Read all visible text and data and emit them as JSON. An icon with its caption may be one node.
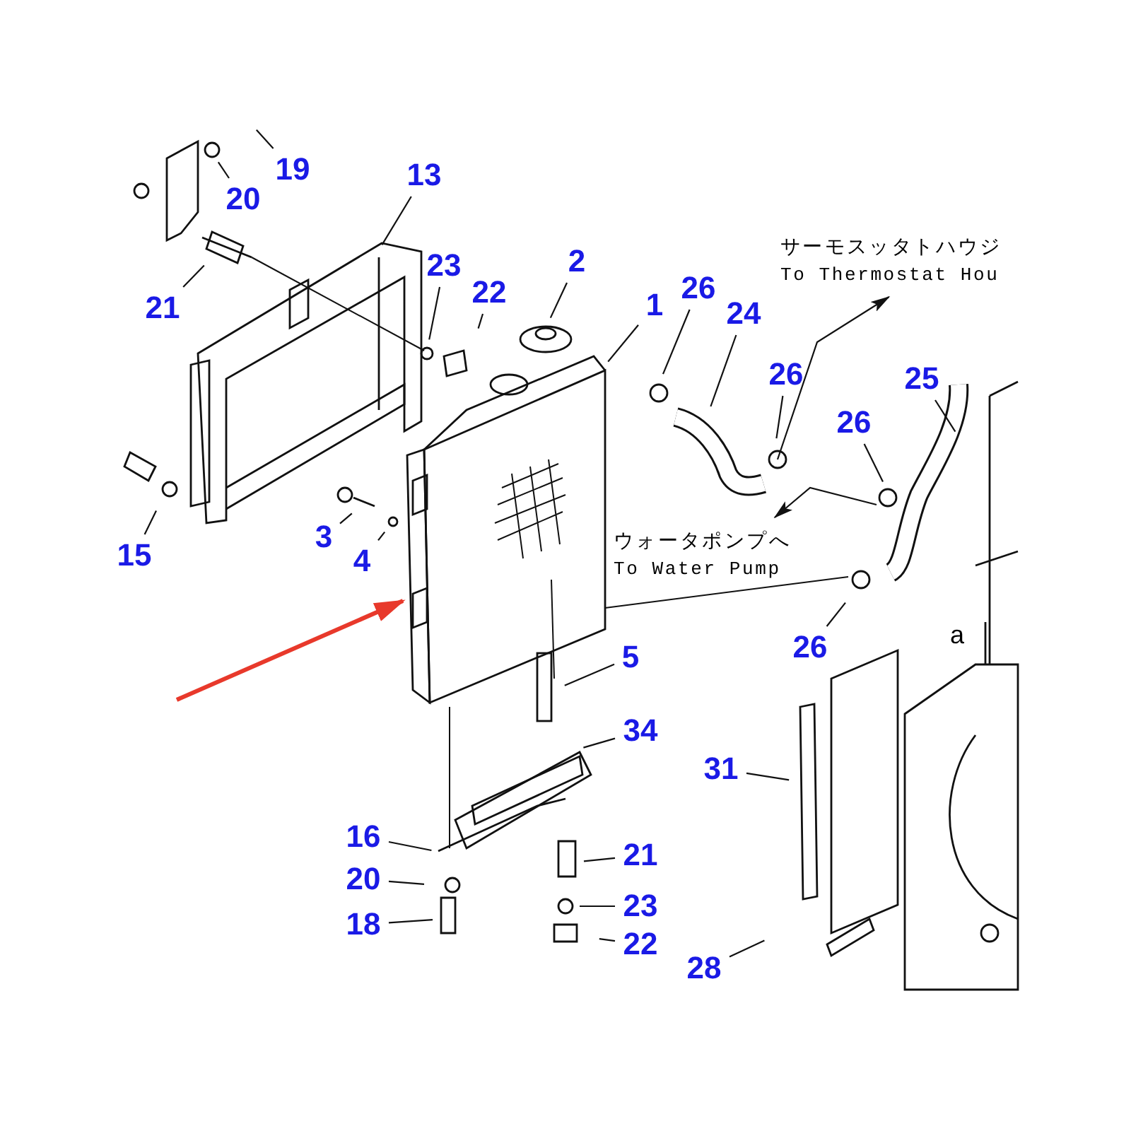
{
  "diagram": {
    "nodes": [
      {
        "text": [
          "19"
        ]
      },
      {
        "text": [
          "13"
        ]
      },
      {
        "text": [
          "20"
        ]
      },
      {
        "text": [
          "サーモスッタトハウジ",
          "To Thermostat Hou"
        ]
      },
      {
        "text": [
          "2"
        ]
      },
      {
        "text": [
          "23"
        ]
      },
      {
        "text": [
          "26"
        ]
      },
      {
        "text": [
          "22"
        ]
      },
      {
        "text": [
          "1"
        ]
      },
      {
        "text": [
          "21"
        ]
      },
      {
        "text": [
          "24"
        ]
      },
      {
        "text": [
          "26"
        ]
      },
      {
        "text": [
          "25"
        ]
      },
      {
        "text": [
          "26"
        ]
      },
      {
        "text": [
          "ウォータポンプへ",
          "To Water Pump"
        ]
      },
      {
        "text": [
          "3"
        ]
      },
      {
        "text": [
          "15"
        ]
      },
      {
        "text": [
          "4"
        ]
      },
      {
        "text": [
          "26"
        ]
      },
      {
        "text": [
          "5"
        ]
      },
      {
        "text": [
          "34"
        ]
      },
      {
        "text": [
          "31"
        ]
      },
      {
        "text": [
          "16"
        ]
      },
      {
        "text": [
          "21"
        ]
      },
      {
        "text": [
          "20"
        ]
      },
      {
        "text": [
          "23"
        ]
      },
      {
        "text": [
          "18"
        ]
      },
      {
        "text": [
          "22"
        ]
      },
      {
        "text": [
          "28"
        ]
      }
    ],
    "edges": [
      {
        "from": 0,
        "to": null,
        "arrow": "none"
      },
      {
        "from": 1,
        "to": null,
        "arrow": "none"
      },
      {
        "from": 2,
        "to": null,
        "arrow": "none"
      },
      {
        "from": null,
        "to": 3,
        "arrow": "to"
      },
      {
        "from": 4,
        "to": null,
        "arrow": "none"
      },
      {
        "from": 5,
        "to": null,
        "arrow": "none"
      },
      {
        "from": 6,
        "to": null,
        "arrow": "none"
      },
      {
        "from": 7,
        "to": null,
        "arrow": "none"
      },
      {
        "from": 8,
        "to": null,
        "arrow": "none"
      },
      {
        "from": 9,
        "to": null,
        "arrow": "none"
      },
      {
        "from": 10,
        "to": null,
        "arrow": "none"
      },
      {
        "from": 11,
        "to": null,
        "arrow": "none"
      },
      {
        "from": 12,
        "to": null,
        "arrow": "none"
      },
      {
        "from": 13,
        "to": null,
        "arrow": "none"
      },
      {
        "from": null,
        "to": 14,
        "arrow": "to"
      },
      {
        "from": 15,
        "to": null,
        "arrow": "none"
      },
      {
        "from": 16,
        "to": null,
        "arrow": "none"
      },
      {
        "from": 17,
        "to": null,
        "arrow": "none"
      },
      {
        "from": 18,
        "to": null,
        "arrow": "none"
      },
      {
        "from": 19,
        "to": null,
        "arrow": "none"
      },
      {
        "from": 20,
        "to": null,
        "arrow": "none"
      },
      {
        "from": 21,
        "to": null,
        "arrow": "none"
      },
      {
        "from": 22,
        "to": null,
        "arrow": "none"
      },
      {
        "from": 23,
        "to": null,
        "arrow": "none"
      },
      {
        "from": 24,
        "to": null,
        "arrow": "none"
      },
      {
        "from": 25,
        "to": null,
        "arrow": "none"
      },
      {
        "from": 26,
        "to": null,
        "arrow": "none"
      },
      {
        "from": 27,
        "to": null,
        "arrow": "none"
      },
      {
        "from": 28,
        "to": null,
        "arrow": "none"
      }
    ],
    "labels": [
      "a"
    ]
  }
}
